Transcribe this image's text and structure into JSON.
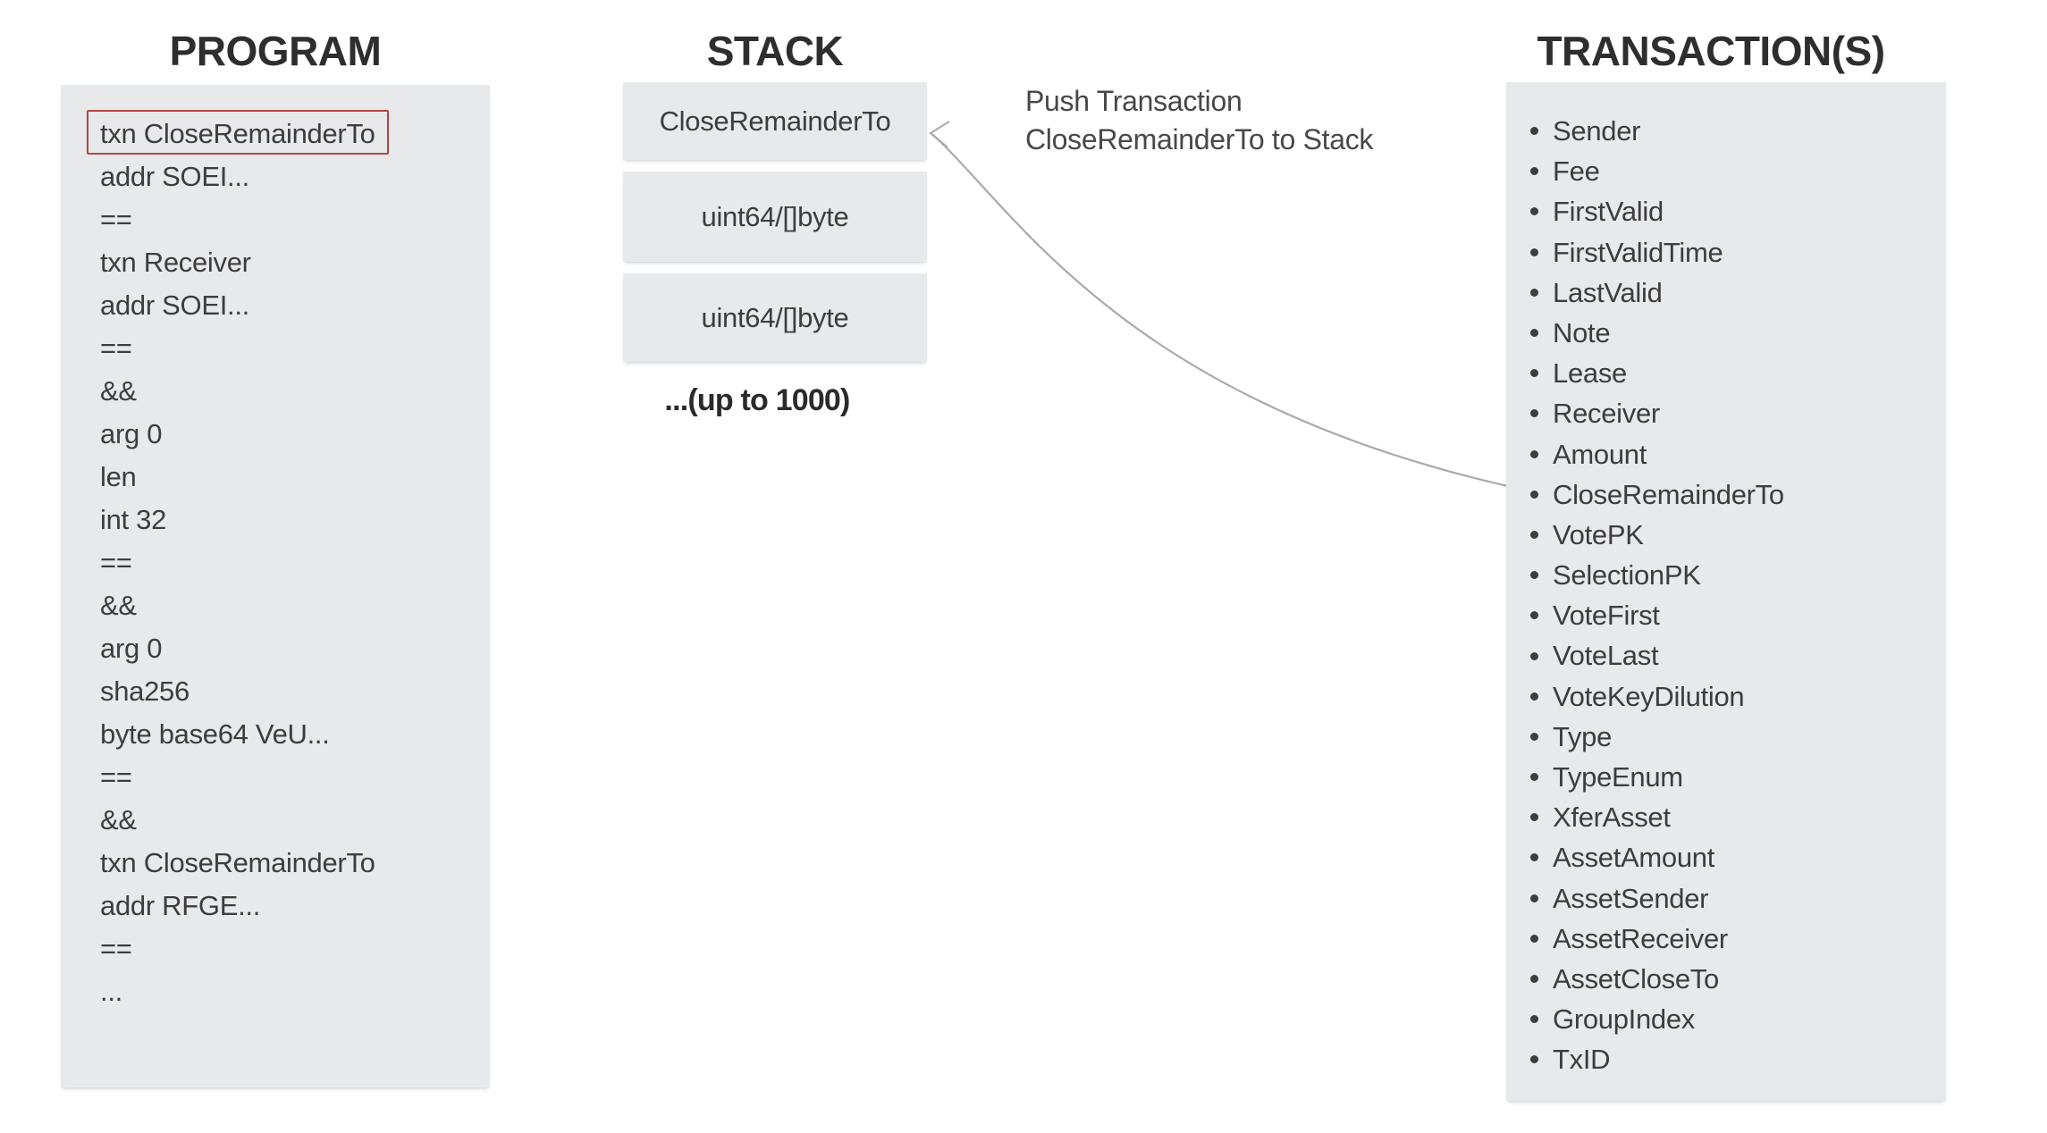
{
  "program": {
    "title": "PROGRAM",
    "lines": [
      "txn CloseRemainderTo",
      "addr SOEI...",
      "==",
      "txn Receiver",
      "addr SOEI...",
      "==",
      "&&",
      "arg 0",
      "len",
      "int 32",
      "==",
      "&&",
      "arg 0",
      "sha256",
      "byte base64 VeU...",
      "==",
      "&&",
      "txn CloseRemainderTo",
      "addr RFGE...",
      "==",
      "..."
    ],
    "highlighted_line": "txn CloseRemainderTo",
    "highlighted_line_index": 0
  },
  "stack": {
    "title": "STACK",
    "boxes": [
      "CloseRemainderTo",
      "uint64/[]byte",
      "uint64/[]byte"
    ],
    "caption": "...(up to 1000)"
  },
  "annotation": {
    "line1": "Push Transaction",
    "line2": "CloseRemainderTo to Stack"
  },
  "transactions": {
    "title": "TRANSACTION(S)",
    "items": [
      "Sender",
      "Fee",
      "FirstValid",
      "FirstValidTime",
      "LastValid",
      "Note",
      "Lease",
      "Receiver",
      "Amount",
      "CloseRemainderTo",
      "VotePK",
      "SelectionPK",
      "VoteFirst",
      "VoteLast",
      "VoteKeyDilution",
      "Type",
      "TypeEnum",
      "XferAsset",
      "AssetAmount",
      "AssetSender",
      "AssetReceiver",
      "AssetCloseTo",
      "GroupIndex",
      "TxID"
    ]
  },
  "colors": {
    "background": "#ffffff",
    "box_fill": "#e8e9eb",
    "body_text": "#3d3d3f",
    "title_text": "#2e2e30",
    "annotation_text": "#48484a",
    "highlight_red": "#b5453e",
    "arrow_gray": "#aaaaac"
  }
}
